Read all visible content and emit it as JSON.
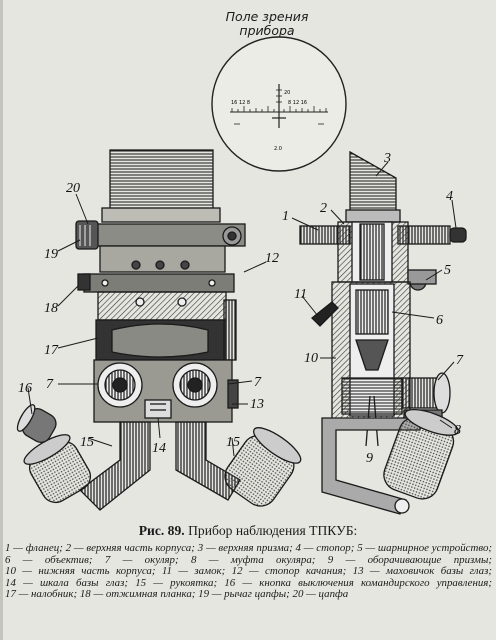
{
  "fov": {
    "line1": "Поле зрения",
    "line2": "прибора",
    "scale_top": "20",
    "scale_left": "16 12 8",
    "scale_right": "8 12 16",
    "scale_bottom": "2.0"
  },
  "figure": {
    "label": "Рис. 89.",
    "title": "Прибор наблюдения ТПКУБ:"
  },
  "callouts": [
    "1",
    "2",
    "3",
    "4",
    "5",
    "6",
    "7",
    "8",
    "9",
    "10",
    "11",
    "12",
    "13",
    "14",
    "15",
    "16",
    "17",
    "18",
    "19",
    "20"
  ],
  "legend": [
    "1 — фланец;",
    "2 — верхняя часть корпуса;",
    "3 — верхняя призма;",
    "4 — стопор;",
    "5 — шарнирное устройство;",
    "6 — объектив;",
    "7 — окуляр;",
    "8 — муфта окуляра;",
    "9 — оборачивающие призмы;",
    "10 — нижняя часть корпуса;",
    "11 — замок;",
    "12 — стопор качания;",
    "13 — маховичок базы глаз;",
    "14 — шкала базы глаз;",
    "15 — рукоятка;",
    "16 — кнопка выключения командирского управления;",
    "17 — налобник;",
    "18 — отжимная планка;",
    "19 — рычаг цапфы;",
    "20 — цапфа"
  ]
}
